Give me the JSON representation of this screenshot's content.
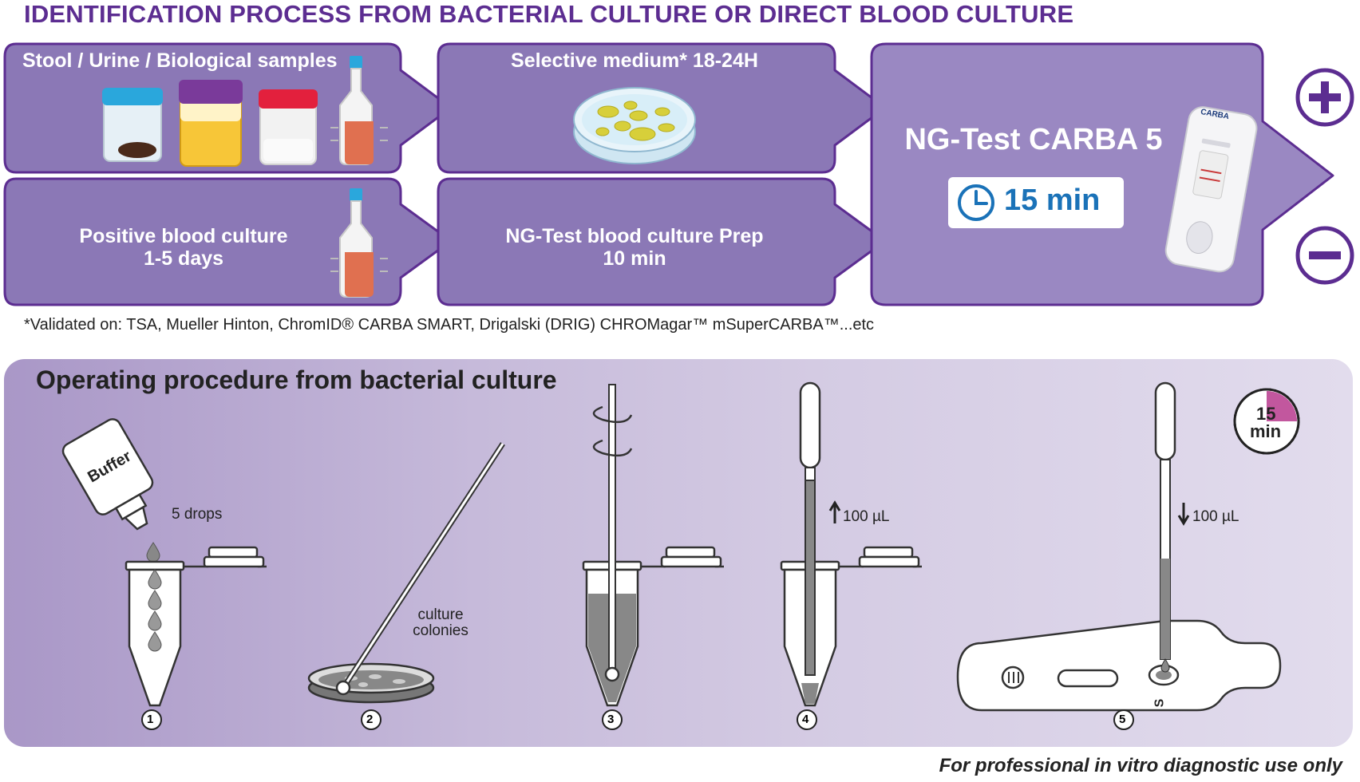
{
  "header": {
    "title": "IDENTIFICATION PROCESS FROM BACTERIAL CULTURE OR DIRECT BLOOD CULTURE"
  },
  "flow": {
    "samples_label": "Stool / Urine / Biological samples",
    "selective_label": "Selective medium* 18-24H",
    "positive_line1": "Positive blood culture",
    "positive_line2": "1-5 days",
    "prep_line1": "NG-Test blood culture Prep",
    "prep_line2": "10 min",
    "test_name": "NG-Test CARBA 5",
    "test_time": "15 min",
    "cassette_label": "CARBA",
    "plus_symbol": "+",
    "minus_symbol": "−"
  },
  "footnote": "*Validated on: TSA, Mueller Hinton, ChromID® CARBA SMART, Drigalski (DRIG)  CHROMagar™ mSuperCARBA™...etc",
  "procedure": {
    "title": "Operating procedure from bacterial culture",
    "buffer_label": "Buffer",
    "drops_label": "5 drops",
    "colonies_line1": "culture",
    "colonies_line2": "colonies",
    "volume_up": "100 µL",
    "volume_down": "100 µL",
    "timer_value": "15",
    "timer_unit": "min",
    "cassette_s": "S",
    "steps": [
      "1",
      "2",
      "3",
      "4",
      "5"
    ]
  },
  "disclaimer": "For professional in vitro diagnostic use only",
  "colors": {
    "brand_purple": "#5c2d91",
    "box_purple": "#8b78b6",
    "box_border": "#5c2d91",
    "panel_light": "#d4cbe3",
    "timer_pink": "#c2579e",
    "accent_blue": "#1a72b8"
  }
}
